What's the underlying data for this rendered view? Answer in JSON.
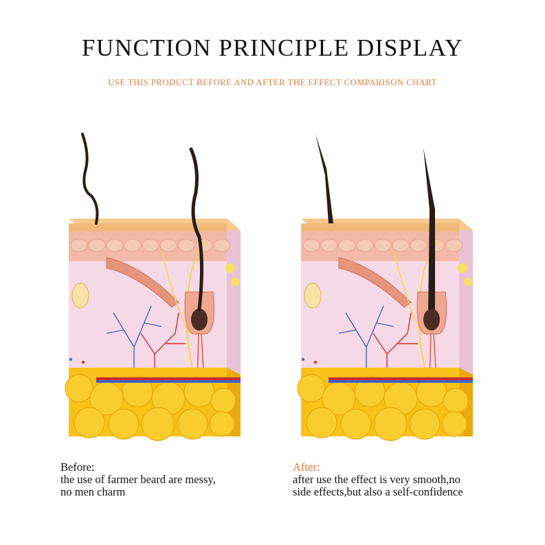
{
  "title": "FUNCTION PRINCIPLE DISPLAY",
  "subtitle": "USE THIS PRODUCT BEFORE AND AFTER THE EFFECT COMPARISON CHART",
  "before": {
    "heading": "Before:",
    "line1": "the use of farmer beard are messy,",
    "line2": "no men charm",
    "hair_style": "wavy"
  },
  "after": {
    "heading": "After:",
    "line1": "after use the effect is very smooth,no",
    "line2": "side effects,but also a self-confidence",
    "hair_style": "straight"
  },
  "colors": {
    "accent": "#e0793f",
    "epidermis": "#f0b877",
    "dermis": "#f6d9e6",
    "fat": "#f7c21a",
    "artery": "#d42a2a",
    "vein": "#3a62c8",
    "hair": "#2a1d18"
  }
}
